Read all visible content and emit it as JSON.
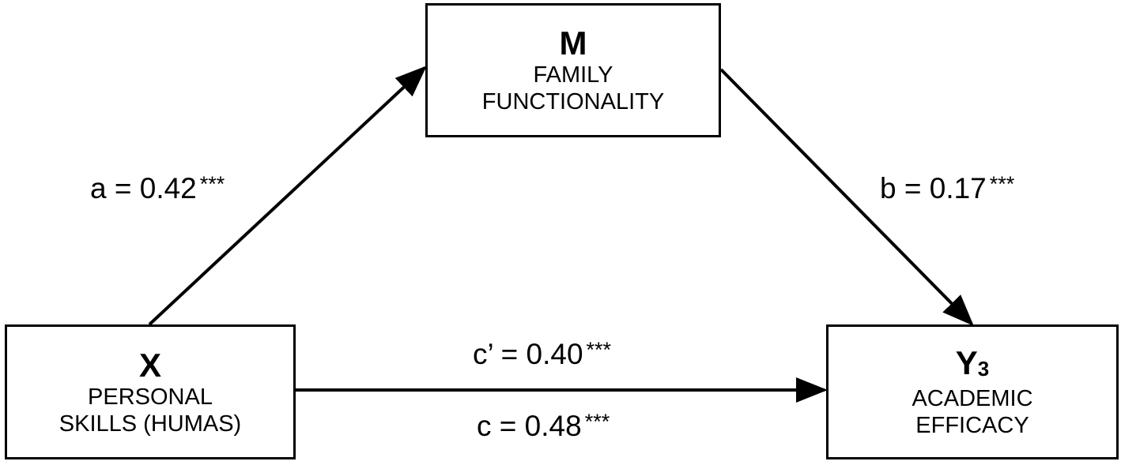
{
  "nodes": {
    "m": {
      "letter": "M",
      "subscript": "",
      "desc": "FAMILY\nFUNCTIONALITY"
    },
    "x": {
      "letter": "X",
      "subscript": "",
      "desc": "PERSONAL\nSKILLS (HUMAS)"
    },
    "y": {
      "letter": "Y",
      "subscript": "3",
      "desc": "ACADEMIC\nEFFICACY"
    }
  },
  "paths": {
    "a": {
      "text": "a = 0.42",
      "sig": "***"
    },
    "b": {
      "text": "b = 0.17",
      "sig": "***"
    },
    "c_prime": {
      "text": "c’ = 0.40",
      "sig": "***"
    },
    "c": {
      "text": "c = 0.48",
      "sig": "***"
    }
  },
  "colors": {
    "stroke": "#000000",
    "background": "#ffffff"
  }
}
